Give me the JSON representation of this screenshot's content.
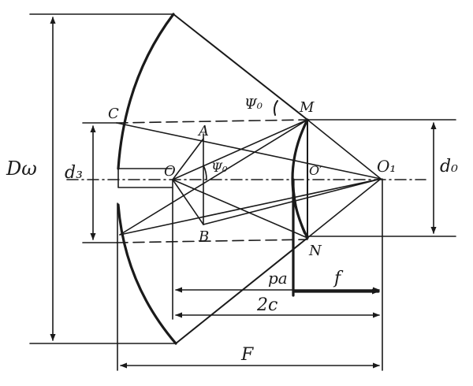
{
  "labels": {
    "dw": "Dω",
    "d3": "d₃",
    "d0": "d₀",
    "c": "C",
    "a": "A",
    "b": "B",
    "o": "O",
    "o_prime": "O′",
    "o1": "O₁",
    "m": "M",
    "n": "N",
    "psi0_top": "Ψ₀",
    "psi0_center": "Ψ₀",
    "pa": "pa",
    "f": "f",
    "two_c": "2c",
    "big_f": "F"
  }
}
